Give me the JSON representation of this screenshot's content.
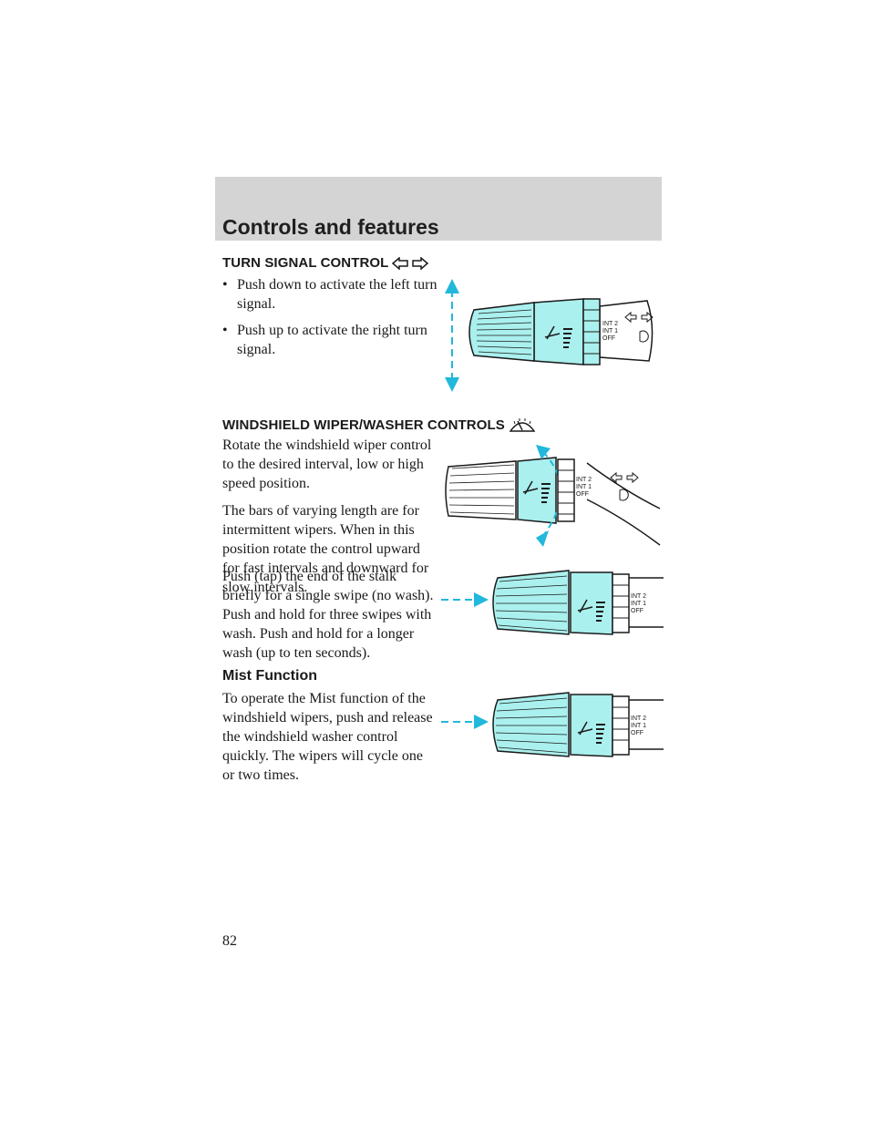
{
  "header": {
    "title": "Controls and features"
  },
  "turn_signal": {
    "heading": "TURN SIGNAL CONTROL",
    "bullet_glyph": "•",
    "bullets": [
      "Push down to activate the left turn signal.",
      "Push up to activate the right turn signal."
    ]
  },
  "wiper": {
    "heading": "WINDSHIELD WIPER/WASHER CONTROLS",
    "p1": "Rotate the windshield wiper control to the desired interval, low or high speed position.",
    "p2": "The bars of varying length are for intermittent wipers. When in this position rotate the control upward for fast intervals and downward for slow intervals.",
    "p3": "Push (tap) the end of the stalk briefly for a single swipe (no wash). Push and hold for three swipes with wash. Push and hold for a longer wash (up to ten seconds)."
  },
  "mist": {
    "heading": "Mist Function",
    "p1": "To operate the Mist function of the windshield wipers, push and release the windshield washer control quickly. The wipers will cycle one or two times."
  },
  "stalk_labels": {
    "int2": "INT 2",
    "int1": "INT 1",
    "off": "OFF"
  },
  "page_number": "82",
  "colors": {
    "stalk": "#aaf0ee",
    "arrow": "#21b8dc",
    "outline": "#1a1a1a",
    "header_band": "#d4d4d4"
  },
  "icons": {
    "turn_signal": "turn-signal-arrows-icon",
    "wiper": "windshield-wiper-icon",
    "headlamp": "headlamp-icon"
  }
}
